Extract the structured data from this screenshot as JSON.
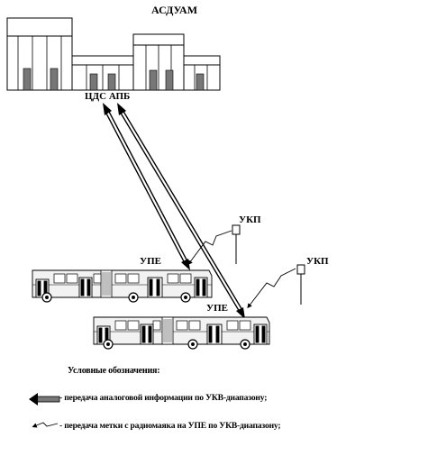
{
  "title": "АСДУАМ",
  "center_label": "ЦДС  АПБ",
  "ukp_label_1": "УКП",
  "ukp_label_2": "УКП",
  "upe_label_1": "УПЕ",
  "upe_label_2": "УПЕ",
  "legend": {
    "title": "Условные обозначения:",
    "items": [
      {
        "icon": "thick-arrow-icon",
        "text": "- передача аналоговой информации по УКВ-диапазону;"
      },
      {
        "icon": "lightning-arrow-icon",
        "text": "- передача метки с радиомаяка на УПЕ по УКВ-диапазону;"
      }
    ]
  }
}
